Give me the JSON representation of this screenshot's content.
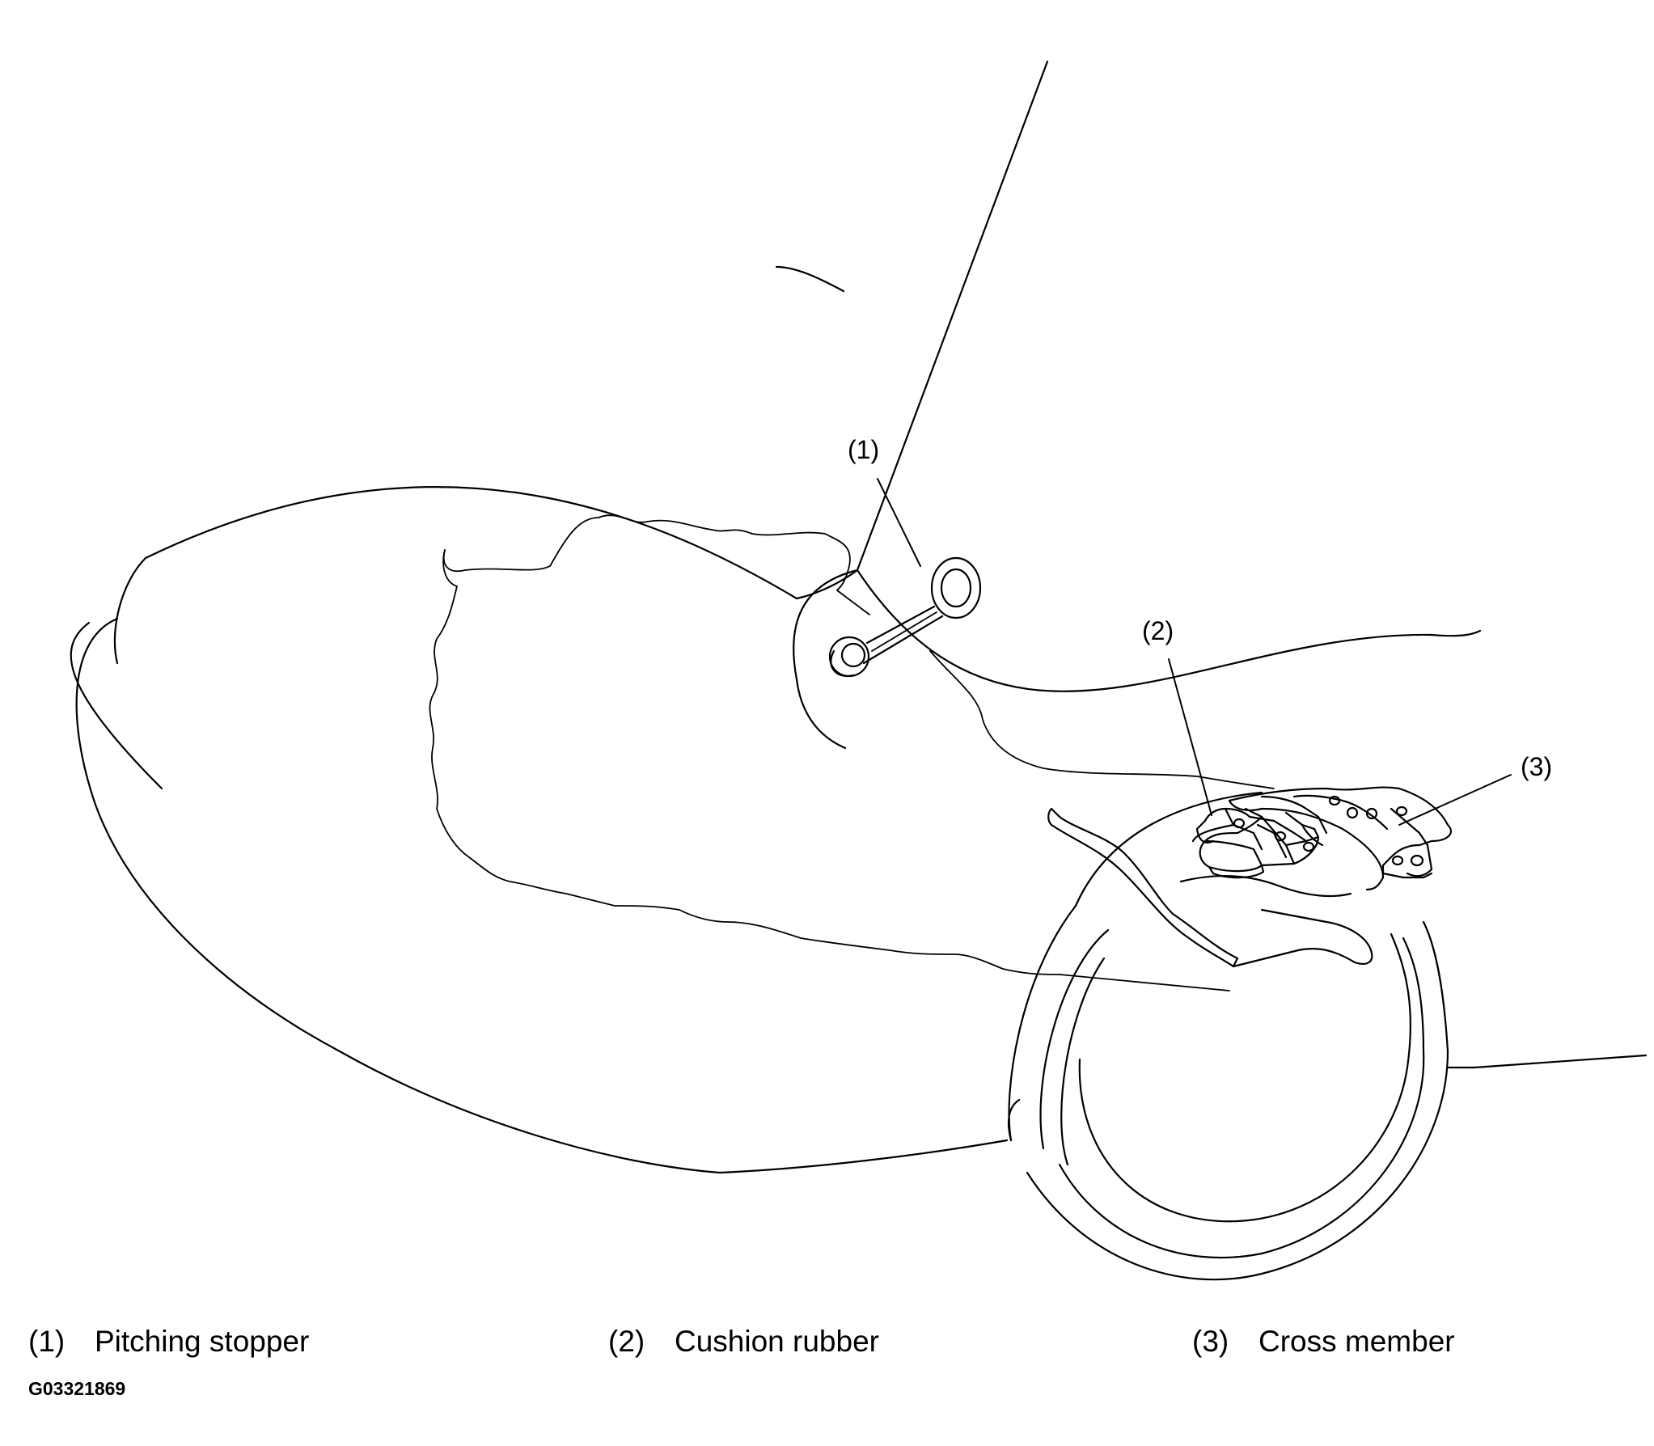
{
  "callouts": {
    "c1": "(1)",
    "c2": "(2)",
    "c3": "(3)"
  },
  "legend": [
    {
      "num": "(1)",
      "label": "Pitching stopper"
    },
    {
      "num": "(2)",
      "label": "Cushion rubber"
    },
    {
      "num": "(3)",
      "label": "Cross member"
    }
  ],
  "figure_code": "G03321869"
}
